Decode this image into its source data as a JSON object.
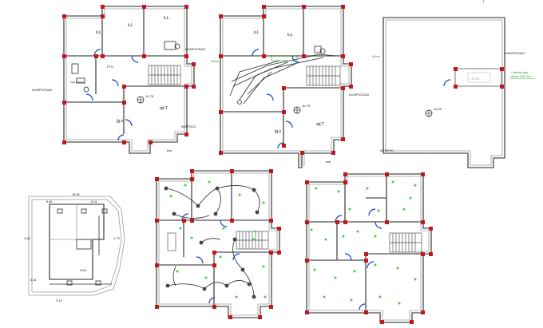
{
  "top_edge_text": "1",
  "plan1": {
    "room_labels": [
      "k,L",
      "k,L",
      "k,L"
    ],
    "upper_note": "#100PVCD&V",
    "left_note": "#100PVCD&V",
    "mid_small_note": "Pipe & Fitting",
    "fto_label": "FTO",
    "elev": "10.75",
    "q_label": "qd,T",
    "g_label": "[g,s",
    "bottom_note": "#50PVCD",
    "corner_label": "bvk"
  },
  "plan2": {
    "room_labels": [
      "k,L",
      "k,L"
    ],
    "right_note": "#100PVCD&V",
    "left_green": "#0mm",
    "q_label": "qd,T",
    "elev": "10.75",
    "g_label": "[g,s",
    "corner_label": "bvk"
  },
  "plan3": {
    "right_note": "#100PVCD&V",
    "left_green": "#0mm",
    "box_label": "3000L",
    "green_note_1": "Overflow pipe",
    "green_note_2": "above 1020 mm",
    "elev": "14.00",
    "bottom_note": "#100PVC"
  },
  "site": {
    "dims": [
      "18.31",
      "9.60",
      "8.31",
      "4.66",
      "1.73",
      "4.31",
      "9.63",
      "3.12"
    ]
  },
  "colors": {
    "walls": "#6b6b6b",
    "columns": "#c0181c",
    "doors": "#1a3ccf",
    "fixtures": "#3bd43b",
    "wiring": "#2a2a2a"
  }
}
